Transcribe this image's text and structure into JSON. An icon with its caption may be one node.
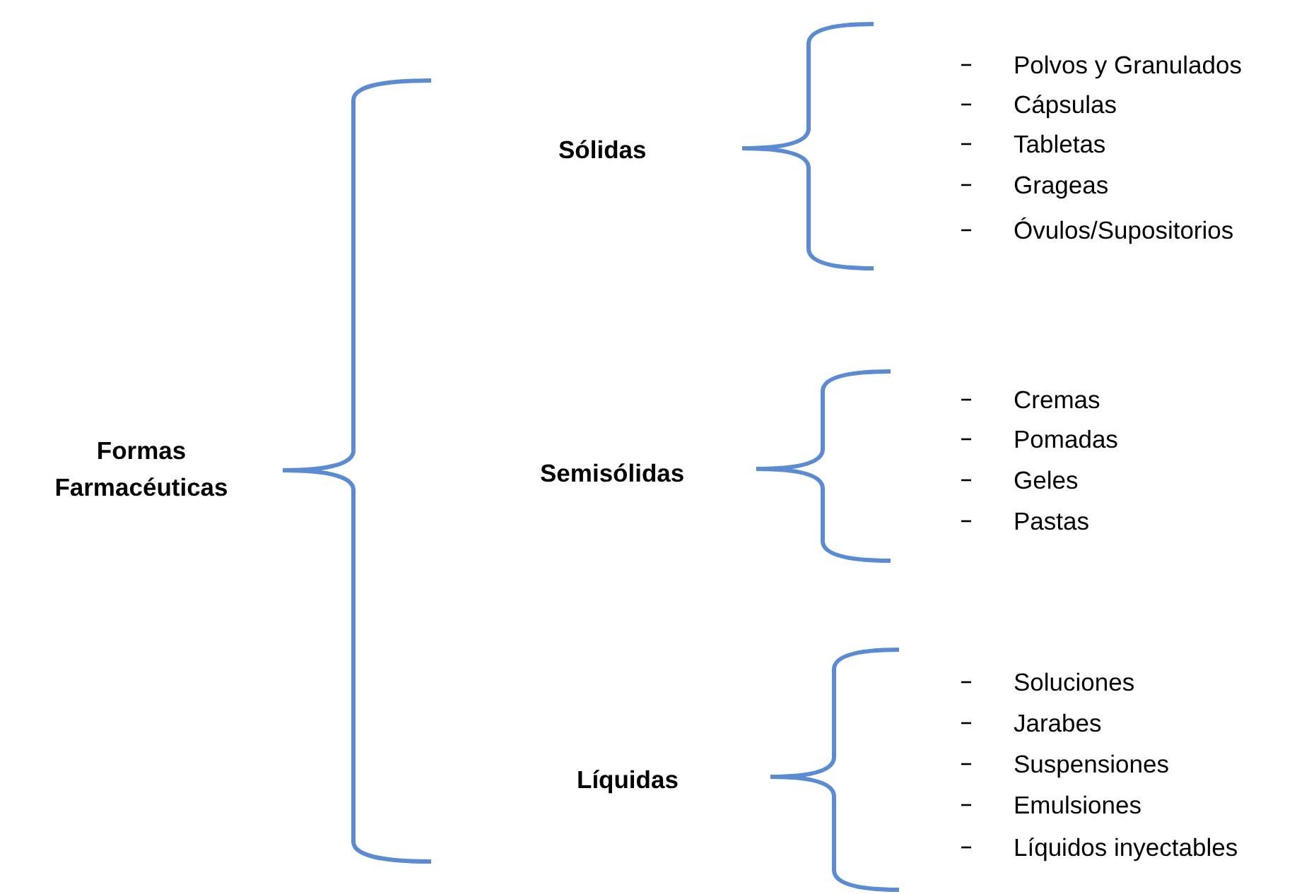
{
  "diagram": {
    "labels": [
      "Formas Farmacéuticas",
      "Sólidas",
      "Polvos y Granulados",
      "Cápsulas",
      "Tabletas",
      "Grageas",
      "Óvulos/Supositorios",
      "Semisólidas",
      "Cremas",
      "Pomadas",
      "Geles",
      "Pastas",
      "Líquidas",
      "Soluciones",
      "Jarabes",
      "Suspensiones",
      "Emulsiones",
      "Líquidos inyectables"
    ]
  }
}
